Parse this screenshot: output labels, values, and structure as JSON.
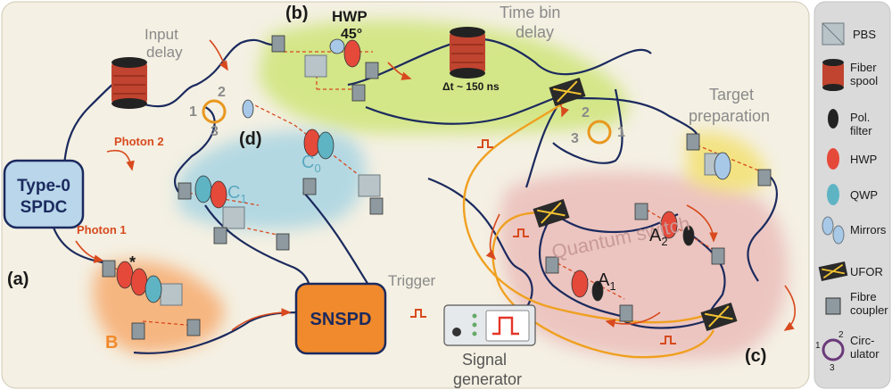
{
  "panels": {
    "a": "(a)",
    "b": "(b)",
    "c": "(c)",
    "d": "(d)"
  },
  "labels": {
    "input_delay_1": "Input",
    "input_delay_2": "delay",
    "time_bin_1": "Time bin",
    "time_bin_2": "delay",
    "delta_t": "Δt ~ 150 ns",
    "hwp": "HWP",
    "hwp_angle": "45°",
    "target_1": "Target",
    "target_2": "preparation",
    "photon1": "Photon 1",
    "photon2": "Photon 2",
    "trigger": "Trigger",
    "siggen_1": "Signal",
    "siggen_2": "generator",
    "quantum_switch": "Quantum switch",
    "c0": "C",
    "c0_sub": "0",
    "c1": "C",
    "c1_sub": "1",
    "a1": "A",
    "a1_sub": "1",
    "a2": "A",
    "a2_sub": "2",
    "b": "B",
    "star": "*",
    "circ_left_1": "1",
    "circ_left_2": "2",
    "circ_left_3": "3",
    "circ_right_1": "1",
    "circ_right_2": "2",
    "circ_right_3": "3"
  },
  "boxes": {
    "spdc_1": "Type-0",
    "spdc_2": "SPDC",
    "snspd": "SNSPD"
  },
  "legend": {
    "items": [
      {
        "label": "PBS",
        "icon": "pbs-icon"
      },
      {
        "label": "Fiber spool",
        "icon": "fiber-spool-icon"
      },
      {
        "label": "Pol. filter",
        "icon": "pol-filter-icon"
      },
      {
        "label": "HWP",
        "icon": "hwp-icon"
      },
      {
        "label": "QWP",
        "icon": "qwp-icon"
      },
      {
        "label": "Mirrors",
        "icon": "mirrors-icon"
      },
      {
        "label": "UFOR",
        "icon": "ufor-icon"
      },
      {
        "label": "Fibre coupler",
        "icon": "fibre-coupler-icon"
      },
      {
        "label": "Circ- ulator",
        "icon": "circulator-icon"
      }
    ],
    "circ_nums": [
      "1",
      "2",
      "3"
    ]
  },
  "colors": {
    "background": "#f4f0e3",
    "fiber": "#1b2a5e",
    "pulse": "#f0a020",
    "arrow": "#d84a1e",
    "spdc": "#b9d6ea",
    "snspd": "#f08a2c",
    "hwp": "#e5493a",
    "qwp": "#5fb4c4",
    "green_glow": "#c9e36b",
    "blue_glow": "#9fd0e2",
    "pink_glow": "#e9b4b2",
    "orange_glow": "#f7a360",
    "yellow_glow": "#f3e06a"
  }
}
